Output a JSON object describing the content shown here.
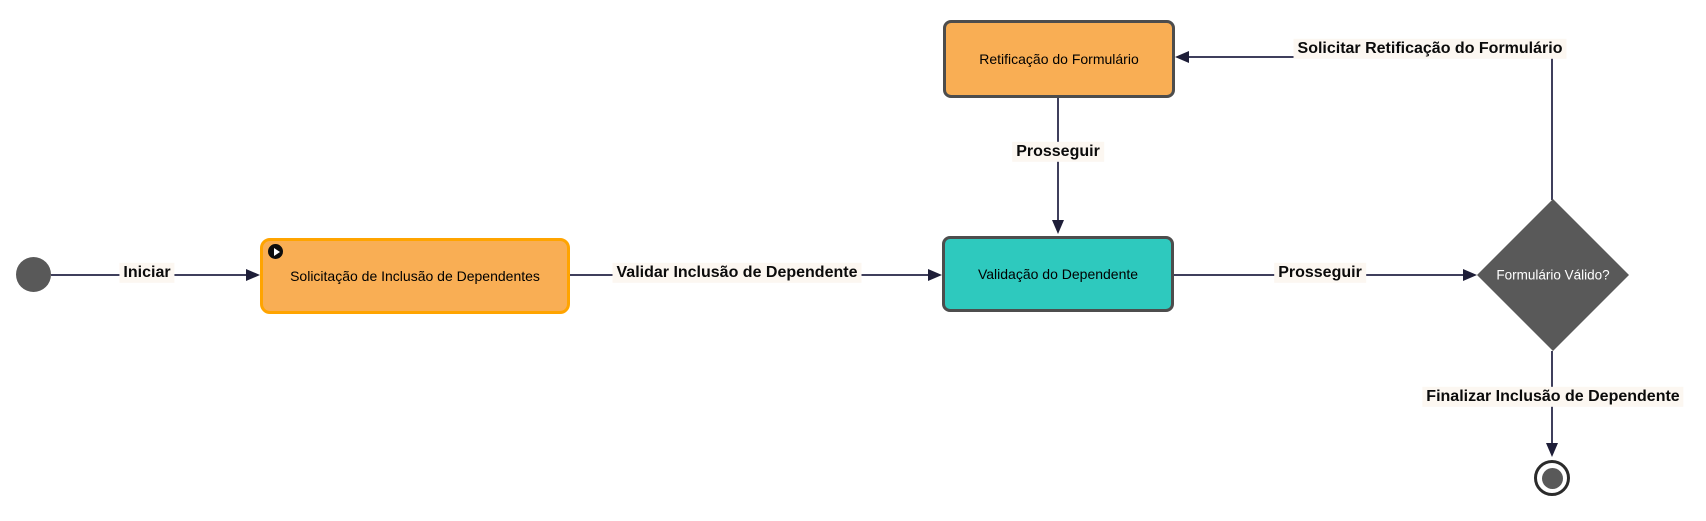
{
  "diagram": {
    "type": "activity-flow",
    "nodes": {
      "start": {
        "kind": "initial-state",
        "shape": "filled-circle",
        "color": "#595959"
      },
      "solicitacao": {
        "label": "Solicitação de Inclusão de Dependentes",
        "fill": "#F9AE54",
        "border": "#FFA400",
        "text_color": "#000000",
        "icon": "play-icon"
      },
      "retificacao": {
        "label": "Retificação do Formulário",
        "fill": "#F9AE54",
        "border": "#4D4D4D",
        "text_color": "#000000"
      },
      "validacao": {
        "label": "Validação do Dependente",
        "fill": "#2EC9BE",
        "border": "#4D4D4D",
        "text_color": "#000000"
      },
      "decisao": {
        "label": "Formulário Válido?",
        "shape": "diamond",
        "fill": "#595959",
        "text_color": "#FFFFFF"
      },
      "end": {
        "kind": "final-state",
        "shape": "ring-circle",
        "color": "#595959"
      }
    },
    "edges": [
      {
        "from": "start",
        "to": "solicitacao",
        "label": "Iniciar"
      },
      {
        "from": "solicitacao",
        "to": "validacao",
        "label": "Validar Inclusão de Dependente"
      },
      {
        "from": "validacao",
        "to": "decisao",
        "label": "Prosseguir"
      },
      {
        "from": "decisao",
        "to": "retificacao",
        "label": "Solicitar Retificação do Formulário"
      },
      {
        "from": "retificacao",
        "to": "validacao",
        "label": "Prosseguir"
      },
      {
        "from": "decisao",
        "to": "end",
        "label": "Finalizar Inclusão de Dependente"
      }
    ],
    "style": {
      "edge_color": "#3F3F5C",
      "arrowhead_color": "#1E1E38",
      "label_background": "#FCF7F1",
      "canvas_background": "#FFFFFF"
    }
  }
}
